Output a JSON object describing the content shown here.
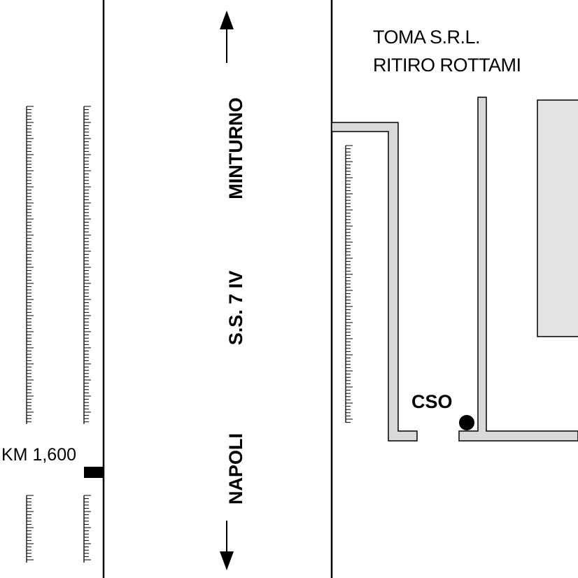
{
  "company": {
    "line1": "TOMA S.R.L.",
    "line2": "RITIRO ROTTAMI"
  },
  "road": {
    "direction_north": "MINTURNO",
    "name": "S.S. 7 IV",
    "direction_south": "NAPOLI"
  },
  "km_marker": "KM 1,600",
  "outfall_label": "CSO",
  "colors": {
    "line": "#000000",
    "wall_fill": "#d9d9d9",
    "building_fill": "#e3e3e3",
    "background": "#ffffff"
  }
}
